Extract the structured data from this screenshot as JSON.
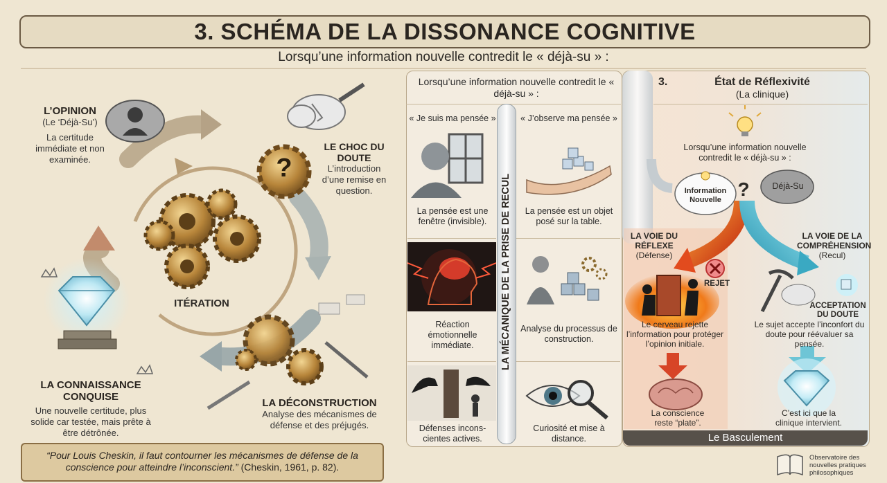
{
  "header": {
    "title": "3. SCHÉMA DE LA DISSONANCE COGNITIVE",
    "subtitle": "Lorsqu’une information nouvelle contredit le « déjà-su » :"
  },
  "cycle": {
    "opinion": {
      "title": "L’OPINION",
      "sub": "(Le ‘Déjà-Su’)",
      "desc": "La certitude immédiate et non examinée."
    },
    "choc": {
      "title": "LE CHOC DU DOUTE",
      "desc": "L’introduction d’une remise en question."
    },
    "iteration": "ITÉRATION",
    "deconstruction": {
      "title": "LA DÉCONSTRUCTION",
      "desc": "Analyse des mécanismes de défense et des préjugés."
    },
    "connaissance": {
      "title": "LA CONNAISSANCE CONQUISE",
      "desc": "Une nouvelle certitude, plus solide car testée, mais prête à être détrônée."
    },
    "question_mark": "?"
  },
  "quote": {
    "text": "“Pour Louis Cheskin, il faut contourner les mécanismes de défense de la conscience pour atteindre l’inconscient.”",
    "ref": "(Cheskin, 1961, p. 82)."
  },
  "middle": {
    "header": "Lorsqu’une information nouvelle contredit le « déjà-su » :",
    "col_left_title": "« Je suis ma pensée »",
    "col_right_title": "« J’observe ma pensée »",
    "vertical_label": "LA MÉCANIQUE DE LA PRISE DE RECUL",
    "left_items": [
      "La pensée est une fenêtre (invisible).",
      "Réaction émotionnelle immédiate.",
      "Défenses incons- cientes actives."
    ],
    "right_items": [
      "La pensée est un objet posé sur la table.",
      "Analyse du processus de construction.",
      "Curiosité et mise à distance."
    ]
  },
  "right": {
    "number": "3.",
    "title": "État de Réflexivité",
    "subtitle": "(La clinique)",
    "intro": "Lorsqu’une information nouvelle contredit le « déjà-su » :",
    "info_bubble": "Information Nouvelle",
    "deja_su_bubble": "Déjà-Su",
    "question_mark": "?",
    "voie_reflexe": {
      "title": "LA VOIE DU RÉFLEXE",
      "sub": "(Défense)"
    },
    "voie_comprehension": {
      "title": "LA VOIE DE LA COMPRÉHENSION",
      "sub": "(Recul)"
    },
    "rejet": "REJET",
    "acceptation": "ACCEPTATION DU DOUTE",
    "reflexe_desc": "Le cerveau rejette l’information pour protéger l’opinion initiale.",
    "comprehension_desc": "Le sujet accepte l’inconfort du doute pour réévaluer sa pensée.",
    "conscience": "La conscience reste “plate”.",
    "clinique": "C’est ici que la clinique intervient.",
    "basculement": "Le Basculement"
  },
  "footer": {
    "org": "Observatoire des nouvelles pratiques philosophiques"
  },
  "colors": {
    "background": "#efe6d2",
    "gold": "#b8893a",
    "red": "#d4441c",
    "teal": "#4fb5c8",
    "dark_bar": "#57514a"
  }
}
